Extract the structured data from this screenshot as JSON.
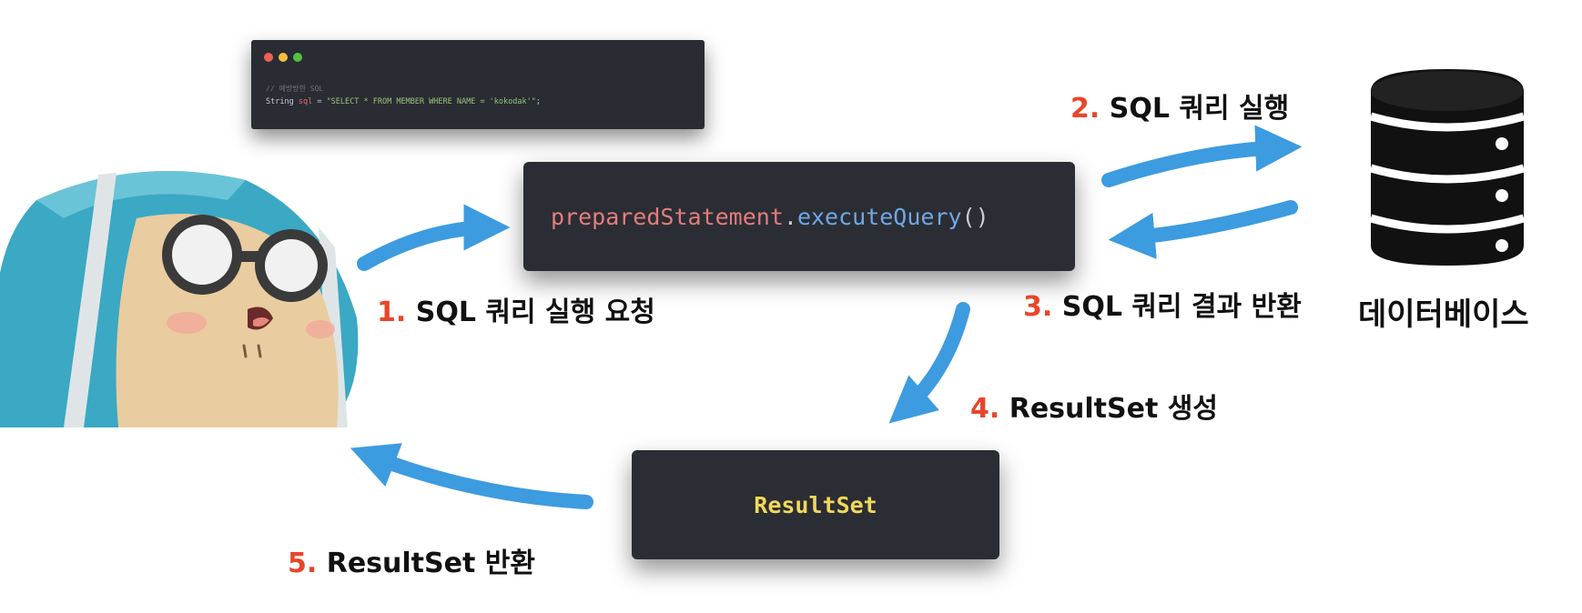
{
  "code_window": {
    "comment": "// 예방방한 SQL",
    "keyword": "String",
    "var_name": "sql",
    "eq": " = ",
    "string": "\"SELECT * FROM MEMBER WHERE NAME = 'kokodak'\"",
    "end": ";"
  },
  "execute_box": {
    "object": "preparedStatement",
    "dot": ".",
    "method": "executeQuery",
    "parens": "()"
  },
  "result_box": {
    "text": "ResultSet"
  },
  "steps": [
    {
      "num": "1.",
      "text": " SQL 쿼리 실행 요청"
    },
    {
      "num": "2.",
      "text": " SQL 쿼리 실행"
    },
    {
      "num": "3.",
      "text": " SQL 쿼리 결과 반환"
    },
    {
      "num": "4.",
      "text": " ResultSet 생성"
    },
    {
      "num": "5.",
      "text": " ResultSet 반환"
    }
  ],
  "database": {
    "label": "데이터베이스",
    "icon": "database-icon"
  },
  "colors": {
    "arrow": "#3d9be0",
    "step_number": "#e8452c",
    "box_bg": "#2b2d34",
    "method": "#6fa8e6",
    "object": "#e27d7d",
    "result_text": "#f0d859",
    "dot_red": "#ee5f57",
    "dot_yellow": "#f3bf3d",
    "dot_green": "#52c240"
  }
}
